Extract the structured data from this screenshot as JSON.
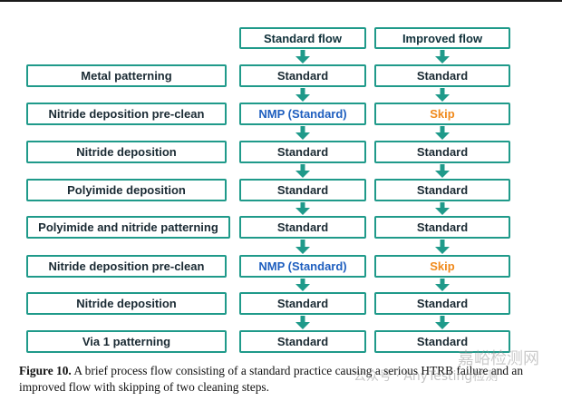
{
  "headers": {
    "standard": "Standard flow",
    "improved": "Improved flow"
  },
  "steps": [
    {
      "step": "Metal patterning",
      "standard": "Standard",
      "improved": "Standard"
    },
    {
      "step": "Nitride deposition pre-clean",
      "standard": "NMP (Standard)",
      "improved": "Skip"
    },
    {
      "step": "Nitride deposition",
      "standard": "Standard",
      "improved": "Standard"
    },
    {
      "step": "Polyimide deposition",
      "standard": "Standard",
      "improved": "Standard"
    },
    {
      "step": "Polyimide and nitride patterning",
      "standard": "Standard",
      "improved": "Standard"
    },
    {
      "step": "Nitride deposition pre-clean",
      "standard": "NMP (Standard)",
      "improved": "Skip"
    },
    {
      "step": "Nitride deposition",
      "standard": "Standard",
      "improved": "Standard"
    },
    {
      "step": "Via 1 patterning",
      "standard": "Standard",
      "improved": "Standard"
    }
  ],
  "caption": {
    "label": "Figure 10.",
    "text": "A brief process flow consisting of a standard practice causing a serious HTRB failure and an improved flow with skipping of two cleaning steps."
  },
  "watermark": {
    "text": "公众号 · AnyTesting检测",
    "brand": "嘉峪检测网"
  },
  "colors": {
    "border": "#1f9a8a",
    "arrow": "#1f9a8a",
    "nmp": "#1f5fbf",
    "skip": "#f08a1c"
  }
}
